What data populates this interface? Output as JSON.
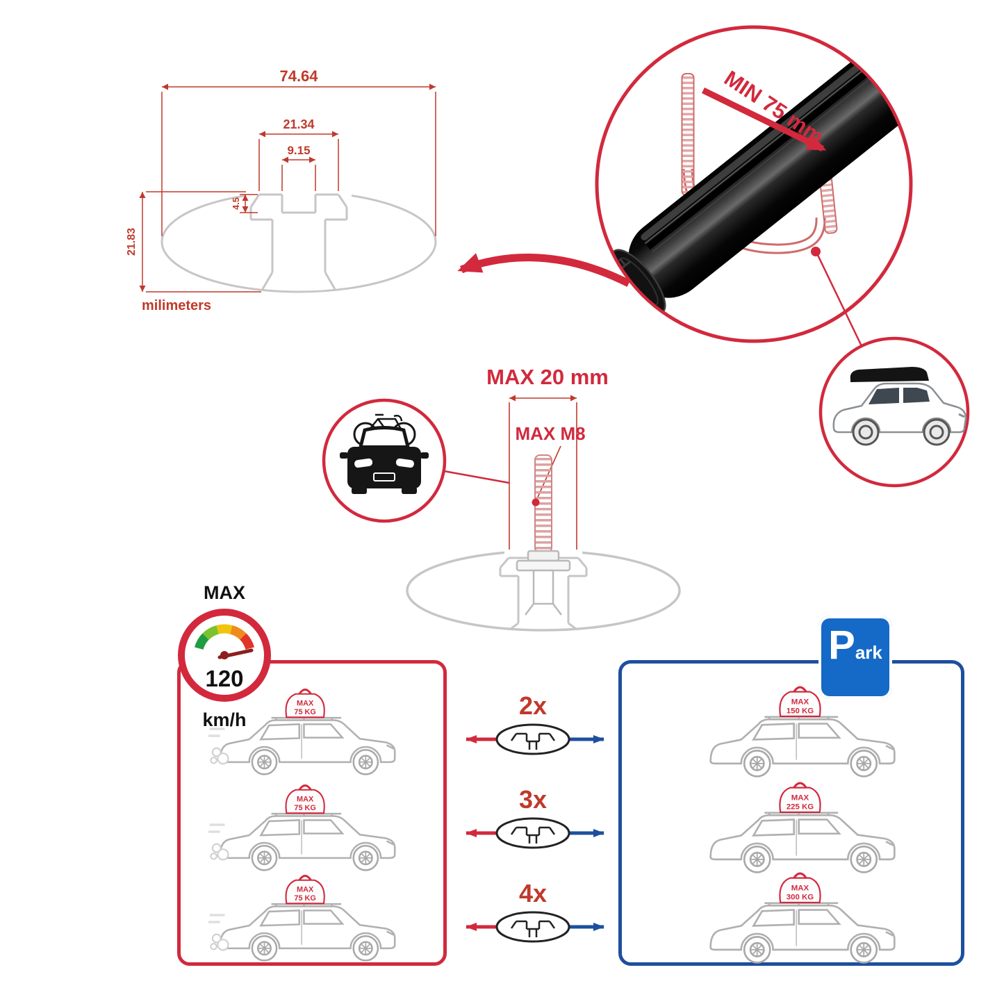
{
  "colors": {
    "accent_red": "#d2293d",
    "dimension_red": "#c0392b",
    "accent_blue": "#1d4f9e",
    "park_blue": "#1569c7",
    "profile_gray": "#c6c6c6",
    "car_gray": "#b0b0b0",
    "bar_black": "#0d0d0d",
    "bolt_pink": "#dca2a2",
    "gauge_segments": [
      "#1f9d3f",
      "#7ac32f",
      "#f2c40f",
      "#ef8b1a",
      "#e23327"
    ]
  },
  "profile_dimensions": {
    "total_width": "74.64",
    "channel_outer_width": "21.34",
    "channel_slot_width": "9.15",
    "channel_step_depth": "4.5",
    "total_height": "21.83",
    "units_label": "milimeters"
  },
  "clamp_detail": {
    "min_span_label": "MIN 75 mm"
  },
  "bolt_detail": {
    "max_length_label": "MAX 20 mm",
    "max_thread_label": "MAX M8"
  },
  "speed_limit": {
    "label": "MAX",
    "value": "120",
    "units": "km/h"
  },
  "park_sign": {
    "letter": "P",
    "suffix": "ark"
  },
  "load_comparison": {
    "rows": [
      {
        "bar_count": "2x",
        "per_bar": {
          "label": "MAX",
          "weight": "75 KG"
        },
        "total": {
          "label": "MAX",
          "weight": "150 KG"
        }
      },
      {
        "bar_count": "3x",
        "per_bar": {
          "label": "MAX",
          "weight": "75 KG"
        },
        "total": {
          "label": "MAX",
          "weight": "225 KG"
        }
      },
      {
        "bar_count": "4x",
        "per_bar": {
          "label": "MAX",
          "weight": "75 KG"
        },
        "total": {
          "label": "MAX",
          "weight": "300 KG"
        }
      }
    ]
  }
}
